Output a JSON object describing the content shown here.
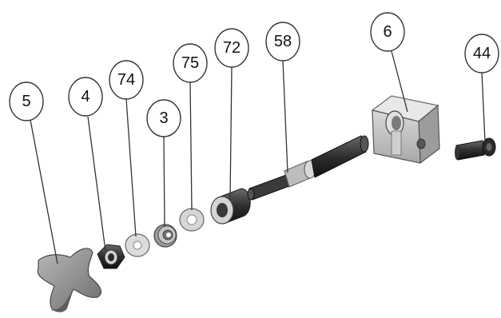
{
  "parts": [
    {
      "id": "5",
      "label": "5",
      "name": "star-knob"
    },
    {
      "id": "4",
      "label": "4",
      "name": "hex-nut"
    },
    {
      "id": "74",
      "label": "74",
      "name": "flat-washer"
    },
    {
      "id": "3",
      "label": "3",
      "name": "bearing"
    },
    {
      "id": "75",
      "label": "75",
      "name": "thin-washer"
    },
    {
      "id": "72",
      "label": "72",
      "name": "spacer-sleeve"
    },
    {
      "id": "58",
      "label": "58",
      "name": "threaded-shaft"
    },
    {
      "id": "6",
      "label": "6",
      "name": "mounting-block"
    },
    {
      "id": "44",
      "label": "44",
      "name": "cap-screw"
    }
  ]
}
